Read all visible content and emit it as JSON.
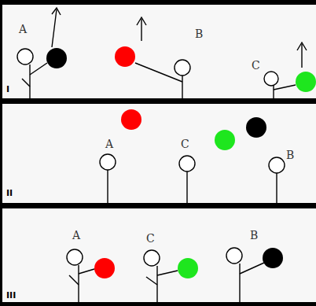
{
  "diagram": {
    "labels": [
      "A",
      "B",
      "C",
      "I",
      "A",
      "C",
      "B",
      "II",
      "A",
      "C",
      "B",
      "III"
    ]
  }
}
